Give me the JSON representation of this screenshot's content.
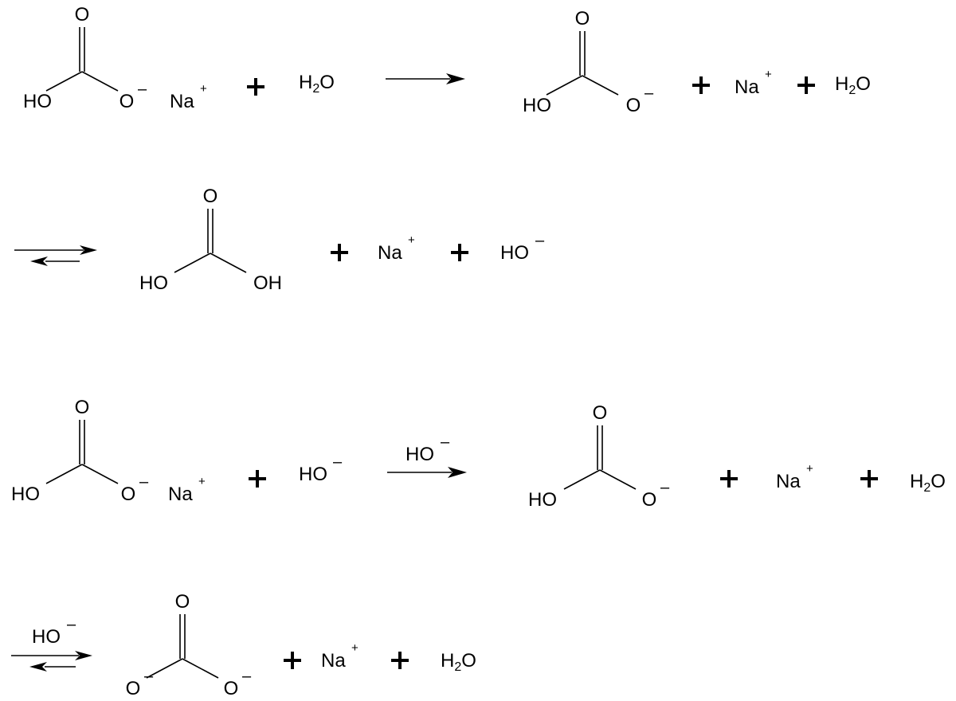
{
  "atoms": {
    "O": "O",
    "HO": "HO",
    "OH": "OH",
    "Na": "Na",
    "H": "H",
    "sub2": "2",
    "plus": "+",
    "minus": "–"
  },
  "reagent": {
    "hydroxide": "HO"
  }
}
